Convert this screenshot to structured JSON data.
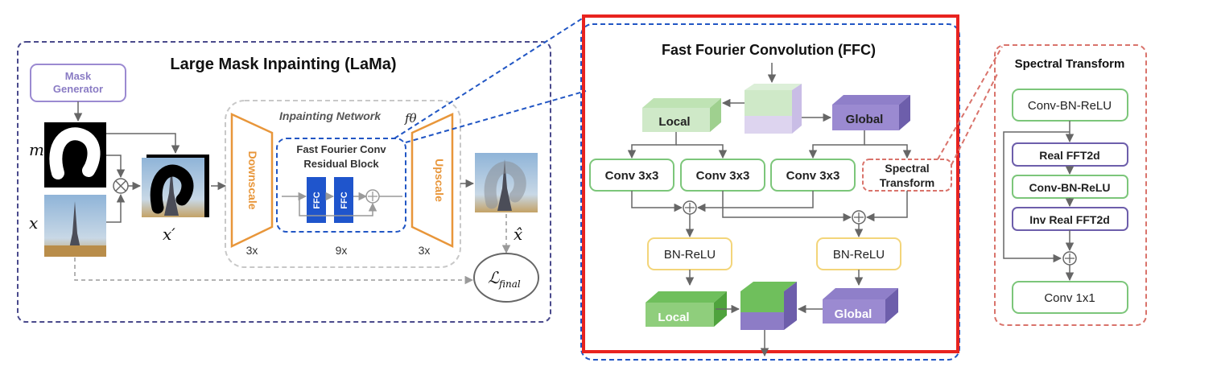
{
  "lama": {
    "title": "Large Mask Inpainting (LaMa)",
    "mask_generator_line1": "Mask",
    "mask_generator_line2": "Generator",
    "var_m": "m",
    "var_x": "x",
    "var_xprime": "x′",
    "var_xhat": "x̂",
    "loss_main": "ℒ",
    "loss_sub": "final",
    "inpainting_network": "Inpainting Network",
    "f_theta": "fθ",
    "downscale": "Downscale",
    "upscale": "Upscale",
    "ffc_block_line1": "Fast Fourier Conv",
    "ffc_block_line2": "Residual Block",
    "ffc_label": "FFC",
    "count_down": "3x",
    "count_mid": "9x",
    "count_up": "3x"
  },
  "ffc": {
    "title": "Fast Fourier Convolution (FFC)",
    "local_in": "Local",
    "global_in": "Global",
    "conv1": "Conv 3x3",
    "conv2": "Conv 3x3",
    "conv3": "Conv 3x3",
    "spectral_line1": "Spectral",
    "spectral_line2": "Transform",
    "bn_relu_left": "BN-ReLU",
    "bn_relu_right": "BN-ReLU",
    "local_out": "Local",
    "global_out": "Global"
  },
  "spectral": {
    "title": "Spectral Transform",
    "conv_bn_relu_1": "Conv-BN-ReLU",
    "real_fft": "Real FFT2d",
    "conv_bn_relu_2": "Conv-BN-ReLU",
    "inv_fft": "Inv Real FFT2d",
    "conv1x1": "Conv 1x1"
  },
  "colors": {
    "purple_dash": "#4a4a8c",
    "blue_dash": "#2156c4",
    "red_box": "#e8231f",
    "salmon_dash": "#d9736b",
    "orange": "#e8963a",
    "green_border": "#7cc67a",
    "green_fill": "#8fce7c",
    "purple_fill": "#9b8ad1",
    "yellow_border": "#f3d57a",
    "ffc_blue": "#1f55cc",
    "arrow": "#666666"
  }
}
